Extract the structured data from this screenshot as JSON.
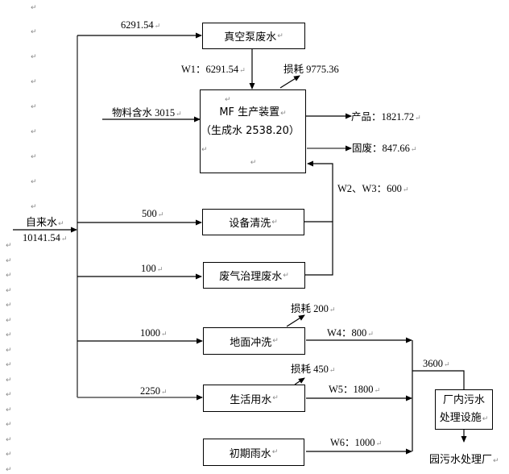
{
  "diagram": {
    "title": "",
    "paragraph_mark": "↵",
    "source": {
      "label": "自来水",
      "value": "10141.54"
    },
    "nodes": {
      "vacuum_pump": {
        "label": "真空泵废水"
      },
      "mf_unit": {
        "line1": "MF 生产装置",
        "line2": "（生成水 2538.20）"
      },
      "equipment_wash": {
        "label": "设备清洗"
      },
      "exhaust_treatment": {
        "label": "废气治理废水"
      },
      "floor_wash": {
        "label": "地面冲洗"
      },
      "domestic_water": {
        "label": "生活用水"
      },
      "initial_rain": {
        "label": "初期雨水"
      },
      "wwtp": {
        "line1": "厂内污水",
        "line2": "处理设施"
      },
      "park_wwtp": {
        "label": "园污水处理厂"
      }
    },
    "flows": {
      "to_vacuum_pump": "6291.54",
      "w1": "W1：6291.54",
      "material_water": "物料含水 3015",
      "mf_loss": "损耗 9775.36",
      "product": "产品：1821.72",
      "solid_waste": "固废：847.66",
      "w2_w3": "W2、W3：600",
      "to_equipment_wash": "500",
      "to_exhaust_treatment": "100",
      "to_floor_wash": "1000",
      "floor_wash_loss": "损耗 200",
      "w4": "W4：800",
      "to_domestic": "2250",
      "domestic_loss": "损耗 450",
      "w5": "W5：1800",
      "w6": "W6：1000",
      "to_wwtp": "3600"
    }
  }
}
